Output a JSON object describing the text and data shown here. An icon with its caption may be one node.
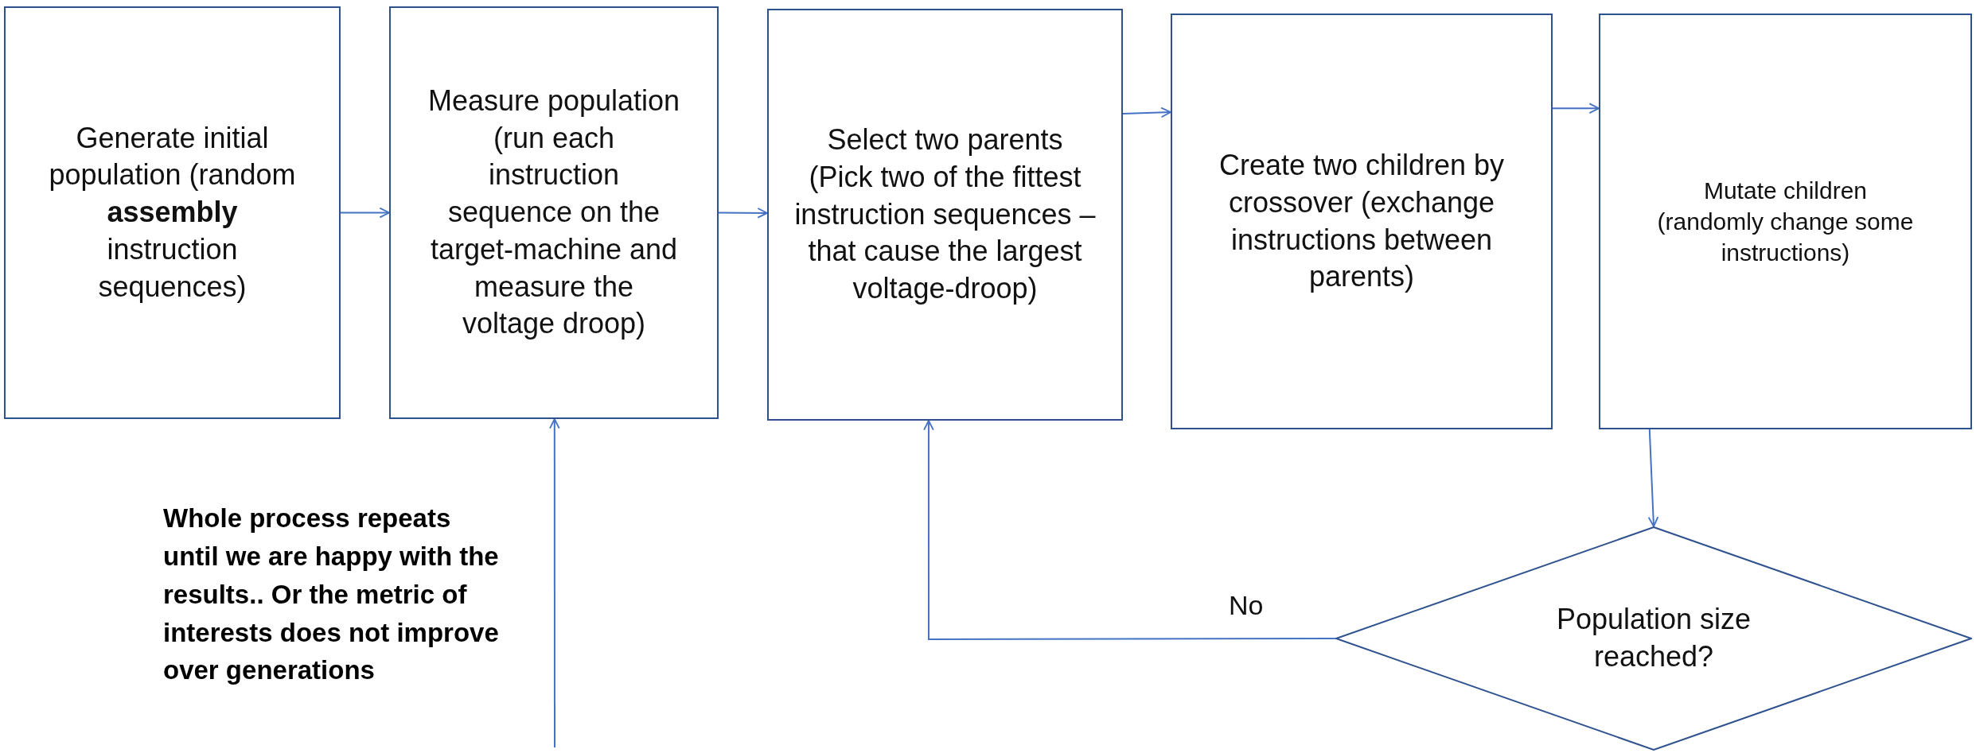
{
  "diagram": {
    "nodes": [
      {
        "text": [
          "Generate initial population (random **assembly** instruction sequences)"
        ]
      },
      {
        "text": [
          "Measure population (run each instruction sequence on the target-machine and measure the voltage droop)"
        ]
      },
      {
        "text": [
          "Select two parents (Pick two of the fittest instruction sequences – that cause the largest voltage-droop)"
        ]
      },
      {
        "text": [
          "Create two children by crossover (exchange instructions between parents)"
        ]
      },
      {
        "text": [
          "Mutate children (randomly change some instructions)"
        ]
      },
      {
        "text": [
          "Population size reached?"
        ]
      }
    ],
    "edges": [
      {
        "from": 0,
        "to": 1,
        "arrow": "to"
      },
      {
        "from": 1,
        "to": 2,
        "arrow": "to"
      },
      {
        "from": 2,
        "to": 3,
        "arrow": "to"
      },
      {
        "from": 3,
        "to": 4,
        "arrow": "to"
      },
      {
        "from": 4,
        "to": 5,
        "arrow": "to"
      },
      {
        "from": 5,
        "to": 2,
        "arrow": "to",
        "label": "No"
      },
      {
        "from": null,
        "to": 1,
        "arrow": "to"
      }
    ],
    "labels": [
      "Whole process repeats until we are happy with the results.. Or the metric of interests does not improve over generations"
    ]
  }
}
